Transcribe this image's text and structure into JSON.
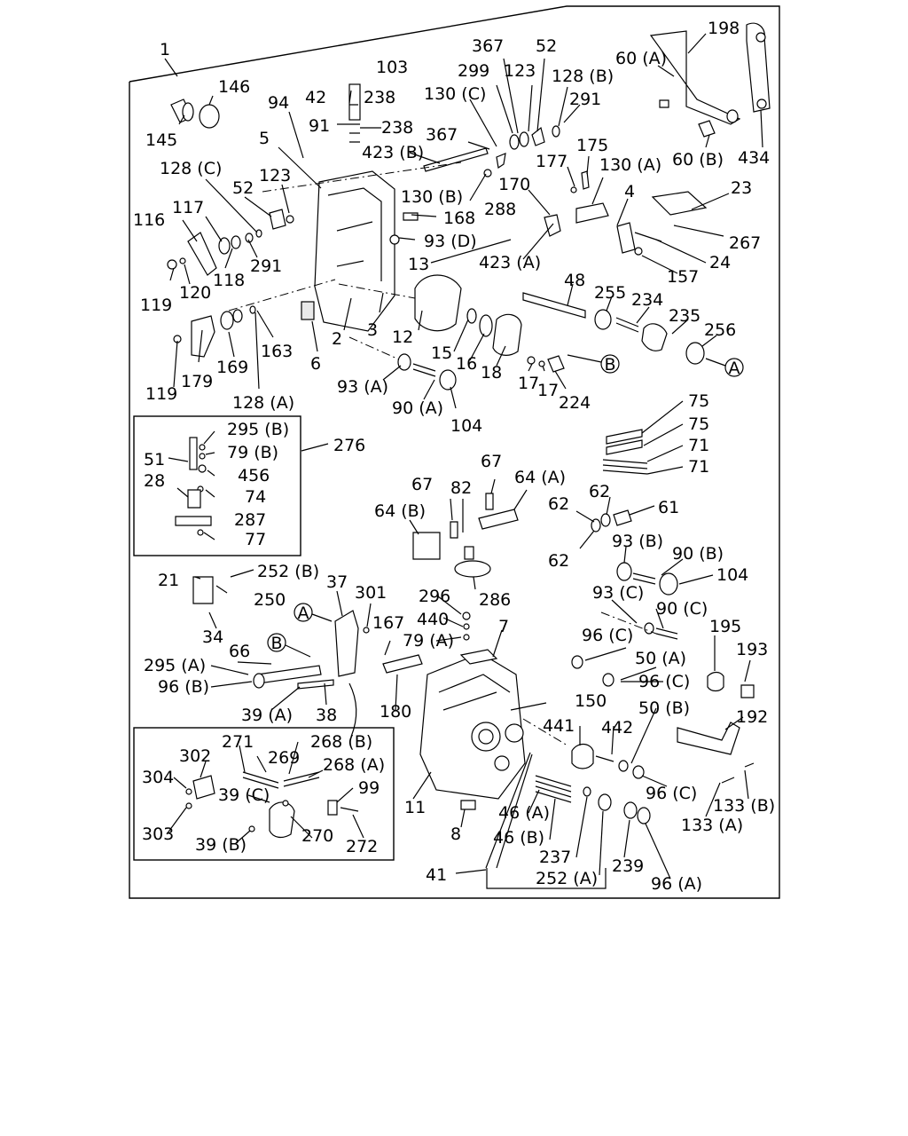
{
  "callouts": {
    "c1": "1",
    "c146": "146",
    "c145": "145",
    "c94": "94",
    "c42": "42",
    "c103": "103",
    "c238a": "238",
    "c91": "91",
    "c238b": "238",
    "c5": "5",
    "c423B": "423 (B)",
    "c128C": "128 (C)",
    "c123a": "123",
    "c52a": "52",
    "c116": "116",
    "c117": "117",
    "c291a": "291",
    "c118": "118",
    "c119a": "119",
    "c120": "120",
    "c367a": "367",
    "c52b": "52",
    "c299": "299",
    "c123b": "123",
    "c128B": "128 (B)",
    "c130C": "130 (C)",
    "c291b": "291",
    "c367b": "367",
    "c130B": "130 (B)",
    "c168": "168",
    "c288": "288",
    "c93D": "93 (D)",
    "c13": "13",
    "c423A": "423 (A)",
    "c170": "170",
    "c175": "175",
    "c177": "177",
    "c130A": "130 (A)",
    "c198": "198",
    "c60A": "60 (A)",
    "c60B": "60 (B)",
    "c434": "434",
    "c23": "23",
    "c4": "4",
    "c267": "267",
    "c24": "24",
    "c157": "157",
    "c48": "48",
    "c255": "255",
    "c234": "234",
    "c235": "235",
    "c256": "256",
    "c12": "12",
    "c15": "15",
    "c16": "16",
    "c18": "18",
    "c17a": "17",
    "c17b": "17",
    "c224": "224",
    "c2": "2",
    "c3": "3",
    "c6": "6",
    "c163": "163",
    "c169": "169",
    "c179": "179",
    "c119b": "119",
    "c128A": "128 (A)",
    "c93A": "93 (A)",
    "c90A": "90 (A)",
    "c104a": "104",
    "c295B": "295 (B)",
    "c79B": "79 (B)",
    "c51": "51",
    "c456": "456",
    "c28": "28",
    "c74": "74",
    "c287": "287",
    "c77": "77",
    "c276": "276",
    "c75a": "75",
    "c75b": "75",
    "c71a": "71",
    "c71b": "71",
    "c67a": "67",
    "c82": "82",
    "c67b": "67",
    "c64A": "64 (A)",
    "c64B": "64 (B)",
    "c62a": "62",
    "c62b": "62",
    "c61": "61",
    "c62c": "62",
    "c286": "286",
    "c93B": "93 (B)",
    "c90B": "90 (B)",
    "c104b": "104",
    "c93C": "93 (C)",
    "c90C": "90 (C)",
    "c21": "21",
    "c252B": "252 (B)",
    "c250": "250",
    "c37": "37",
    "c301": "301",
    "c296": "296",
    "c440": "440",
    "c167": "167",
    "c79A": "79 (A)",
    "c7": "7",
    "c34": "34",
    "c66": "66",
    "c96C1": "96 (C)",
    "c50A": "50 (A)",
    "c96C2": "96 (C)",
    "c195": "195",
    "c193": "193",
    "c295A": "295 (A)",
    "c96B": "96 (B)",
    "c39A": "39 (A)",
    "c38": "38",
    "c180": "180",
    "c150": "150",
    "c441": "441",
    "c442": "442",
    "c50B": "50 (B)",
    "c192": "192",
    "c271": "271",
    "c268B": "268 (B)",
    "c302": "302",
    "c269": "269",
    "c268A": "268 (A)",
    "c304": "304",
    "c39C": "39 (C)",
    "c99": "99",
    "c303": "303",
    "c39B": "39 (B)",
    "c270": "270",
    "c272": "272",
    "c11": "11",
    "c8": "8",
    "c46A": "46 (A)",
    "c46B": "46 (B)",
    "c237": "237",
    "c239": "239",
    "c96A": "96 (A)",
    "c252A": "252 (A)",
    "c41": "41",
    "c96C3": "96 (C)",
    "c133A": "133 (A)",
    "c133B": "133 (B)"
  },
  "refs": {
    "A1": "A",
    "B1": "B",
    "A2": "A",
    "B2": "B"
  },
  "colors": {
    "ink": "#000000",
    "paper": "#ffffff"
  }
}
